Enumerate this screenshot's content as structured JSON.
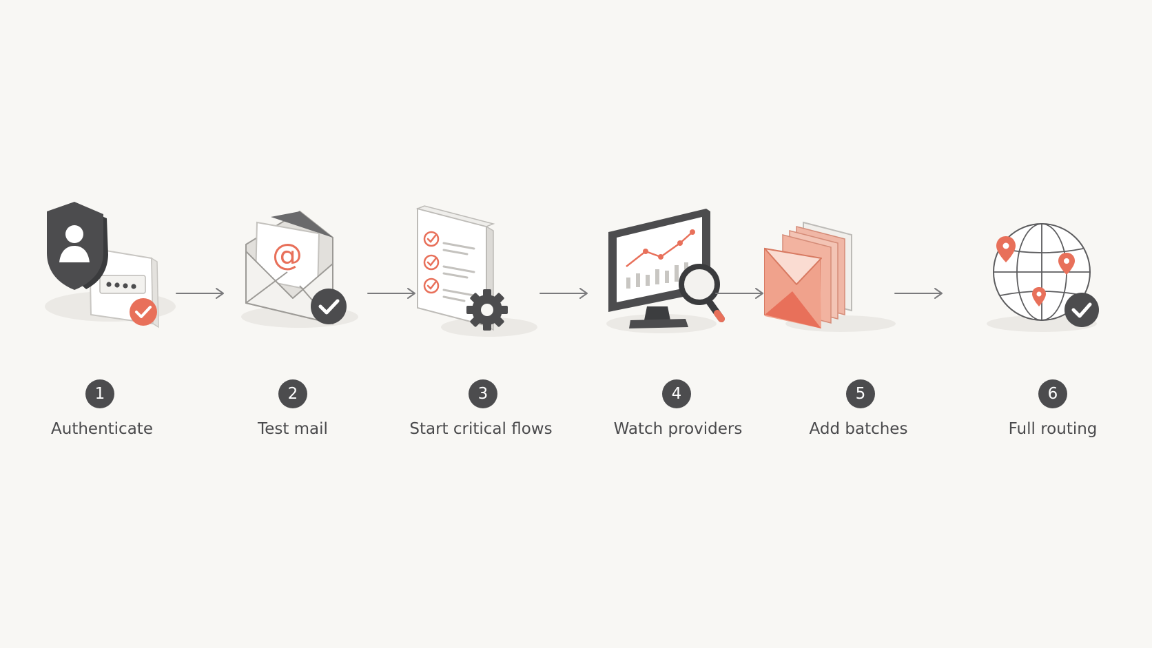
{
  "steps": [
    {
      "number": "1",
      "label": "Authenticate",
      "icon": "shield-login-icon"
    },
    {
      "number": "2",
      "label": "Test mail",
      "icon": "envelope-at-icon"
    },
    {
      "number": "3",
      "label": "Start critical flows",
      "icon": "checklist-gear-icon"
    },
    {
      "number": "4",
      "label": "Watch providers",
      "icon": "monitor-chart-magnifier-icon"
    },
    {
      "number": "5",
      "label": "Add batches",
      "icon": "stacked-envelopes-icon"
    },
    {
      "number": "6",
      "label": "Full routing",
      "icon": "globe-pins-icon"
    }
  ],
  "colors": {
    "background": "#f8f7f4",
    "accent": "#e8705a",
    "dark": "#4c4c4e",
    "text": "#4a4a4c"
  }
}
